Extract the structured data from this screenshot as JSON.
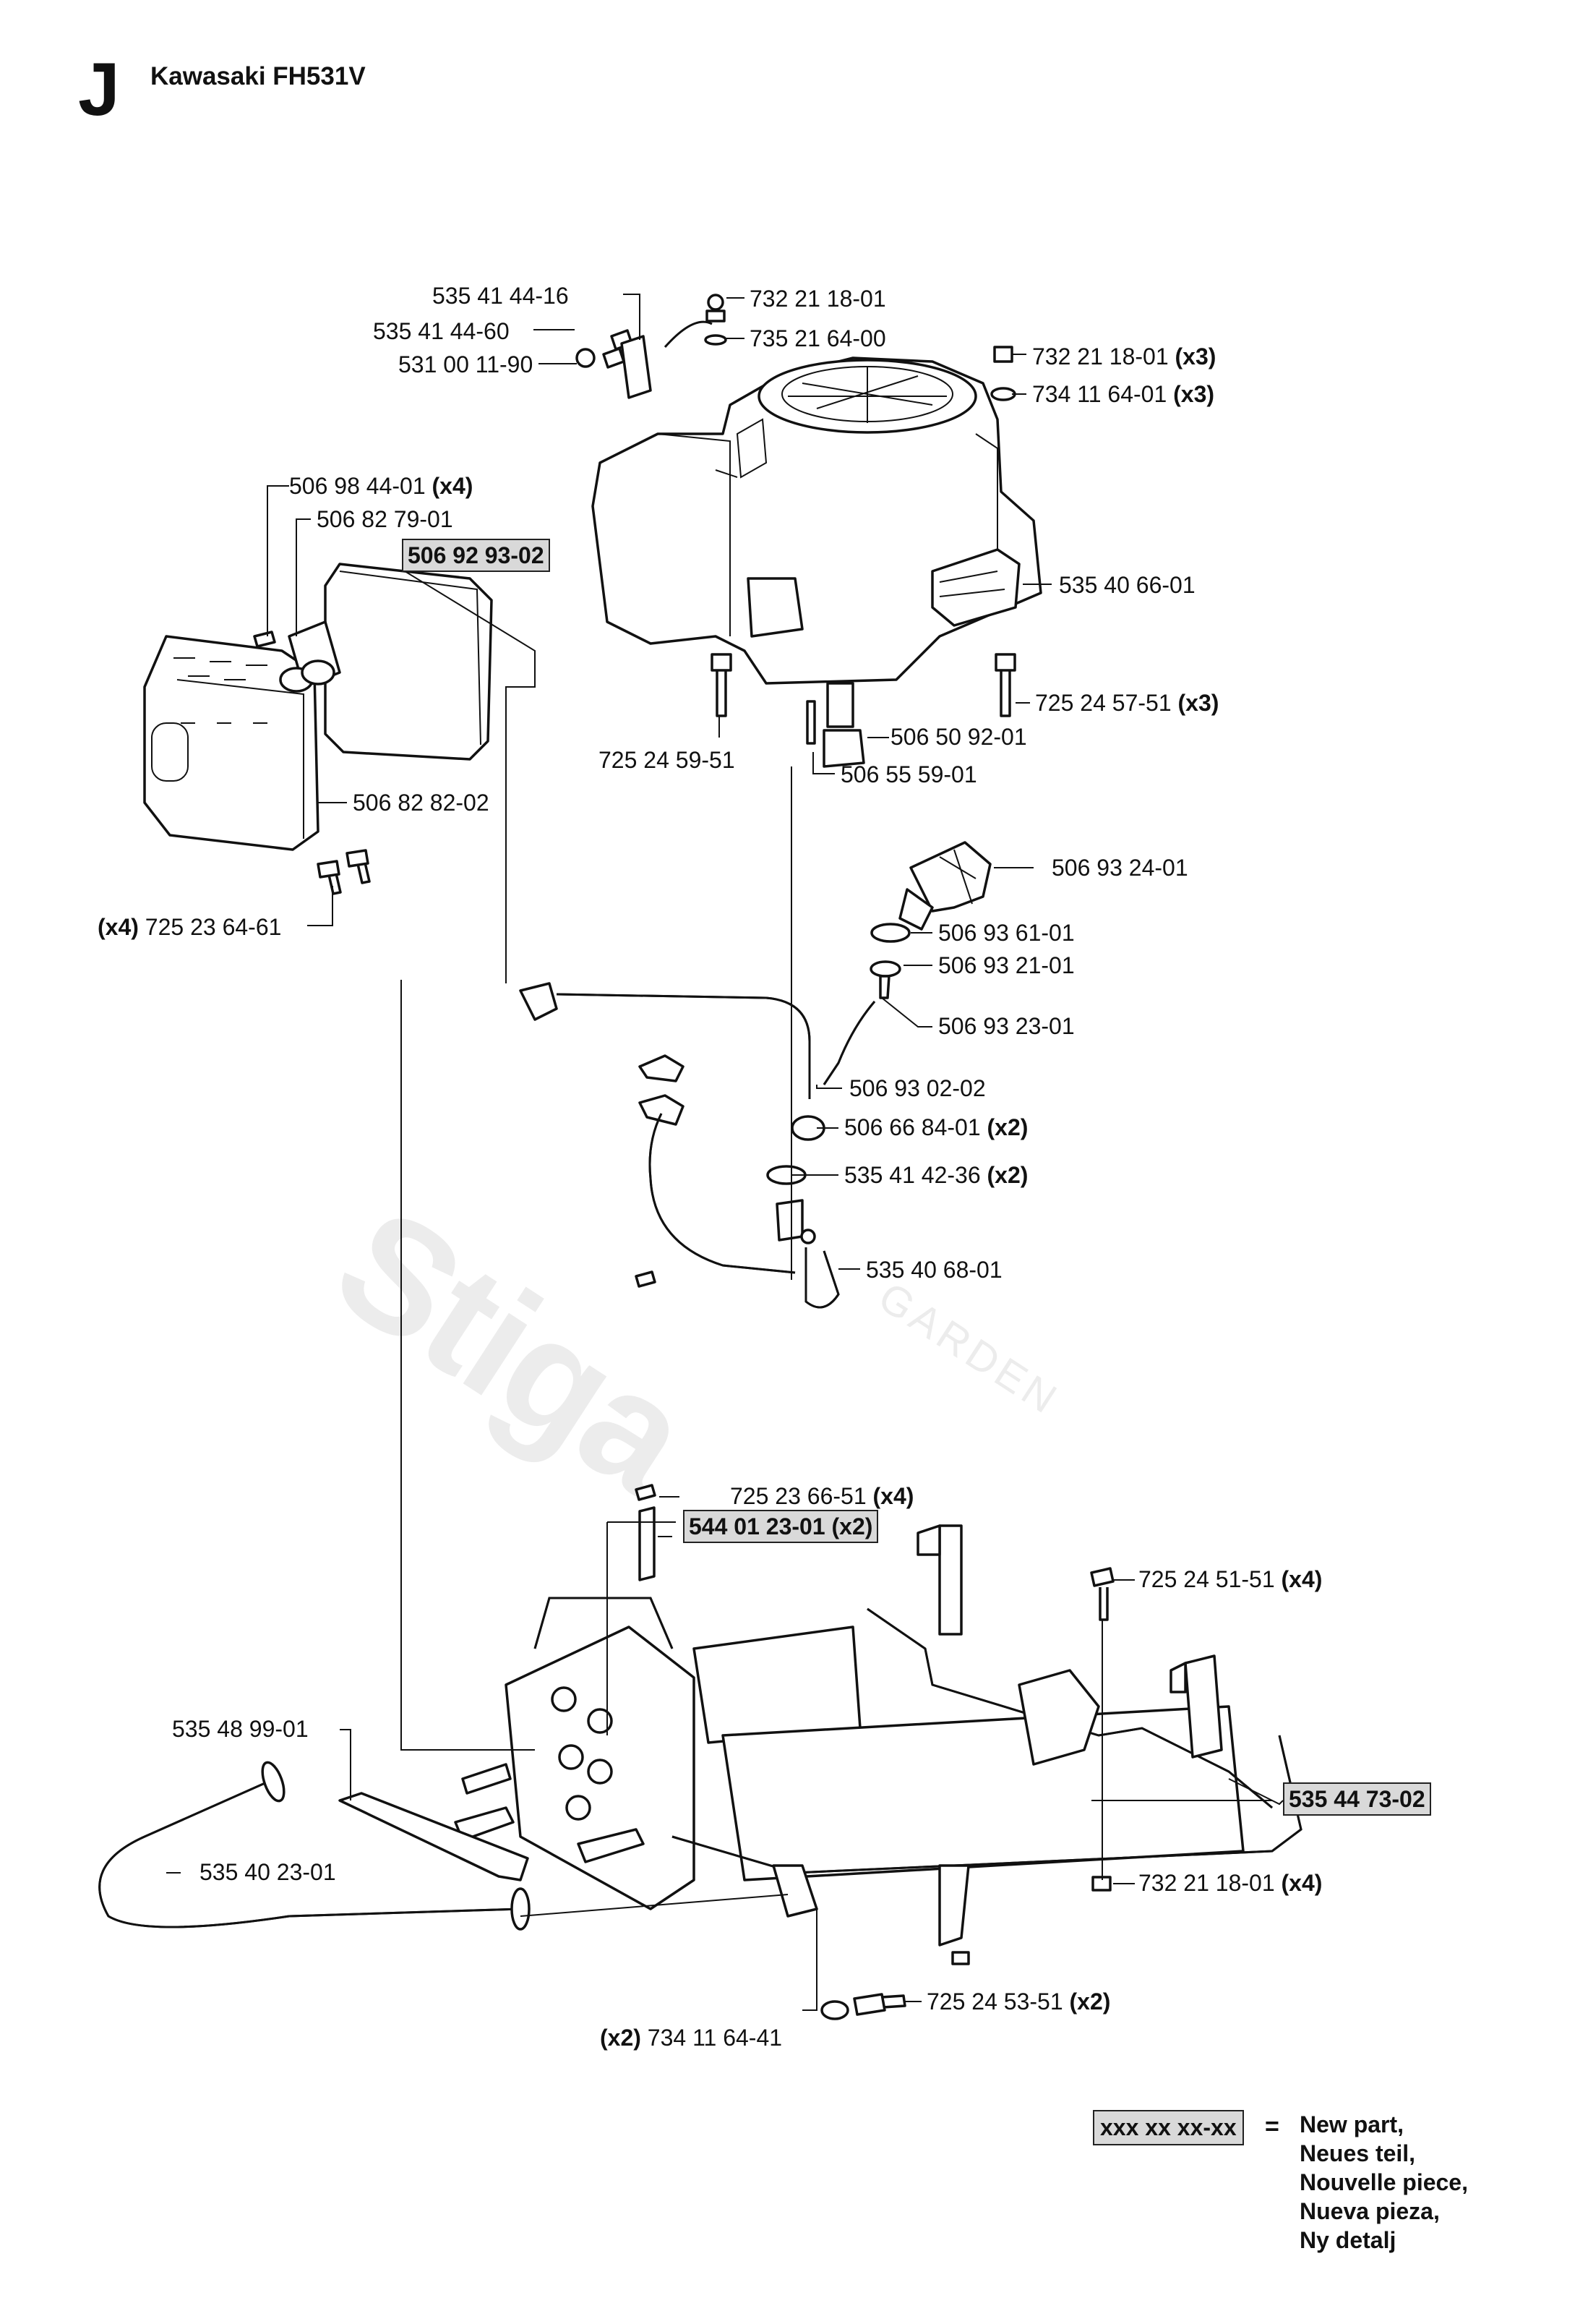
{
  "header": {
    "section_letter": "J",
    "model": "Kawasaki FH531V"
  },
  "watermark": {
    "brand": "Stiga",
    "subtitle": "GARDEN"
  },
  "parts": [
    {
      "pn": "535 41 44-16"
    },
    {
      "pn": "535 41 44-60"
    },
    {
      "pn": "531 00 11-90"
    },
    {
      "pn": "732 21 18-01"
    },
    {
      "pn": "735 21 64-00"
    },
    {
      "pn": "732 21 18-01",
      "qty": "(x3)"
    },
    {
      "pn": "734 11 64-01",
      "qty": "(x3)"
    },
    {
      "pn": "506 98 44-01",
      "qty": "(x4)"
    },
    {
      "pn": "506 82 79-01"
    },
    {
      "pn": "506 92 93-02",
      "new": true
    },
    {
      "pn": "535 40 66-01"
    },
    {
      "pn": "725 24 57-51",
      "qty": "(x3)"
    },
    {
      "pn": "725 24 59-51"
    },
    {
      "pn": "506 50 92-01"
    },
    {
      "pn": "506 55 59-01"
    },
    {
      "pn": "506 82 82-02"
    },
    {
      "pn": "725 23 64-61",
      "qty": "(x4)"
    },
    {
      "pn": "506 93 24-01"
    },
    {
      "pn": "506 93 61-01"
    },
    {
      "pn": "506 93 21-01"
    },
    {
      "pn": "506 93 23-01"
    },
    {
      "pn": "506 93 02-02"
    },
    {
      "pn": "506 66 84-01",
      "qty": "(x2)"
    },
    {
      "pn": "535 41 42-36",
      "qty": "(x2)"
    },
    {
      "pn": "535 40 68-01"
    },
    {
      "pn": "725 23 66-51",
      "qty": "(x4)"
    },
    {
      "pn": "544 01 23-01",
      "qty": "(x2)",
      "new": true
    },
    {
      "pn": "725 24 51-51",
      "qty": "(x4)"
    },
    {
      "pn": "535 48 99-01"
    },
    {
      "pn": "535 44 73-02",
      "new": true
    },
    {
      "pn": "535 40 23-01"
    },
    {
      "pn": "732 21 18-01",
      "qty": "(x4)"
    },
    {
      "pn": "725 24 53-51",
      "qty": "(x2)"
    },
    {
      "pn": "734 11 64-41",
      "qty": "(x2)"
    }
  ],
  "legend": {
    "sample": "xxx xx xx-xx",
    "equals": "=",
    "lines": [
      "New part,",
      "Neues teil,",
      "Nouvelle piece,",
      "Nueva pieza,",
      "Ny detalj"
    ]
  }
}
